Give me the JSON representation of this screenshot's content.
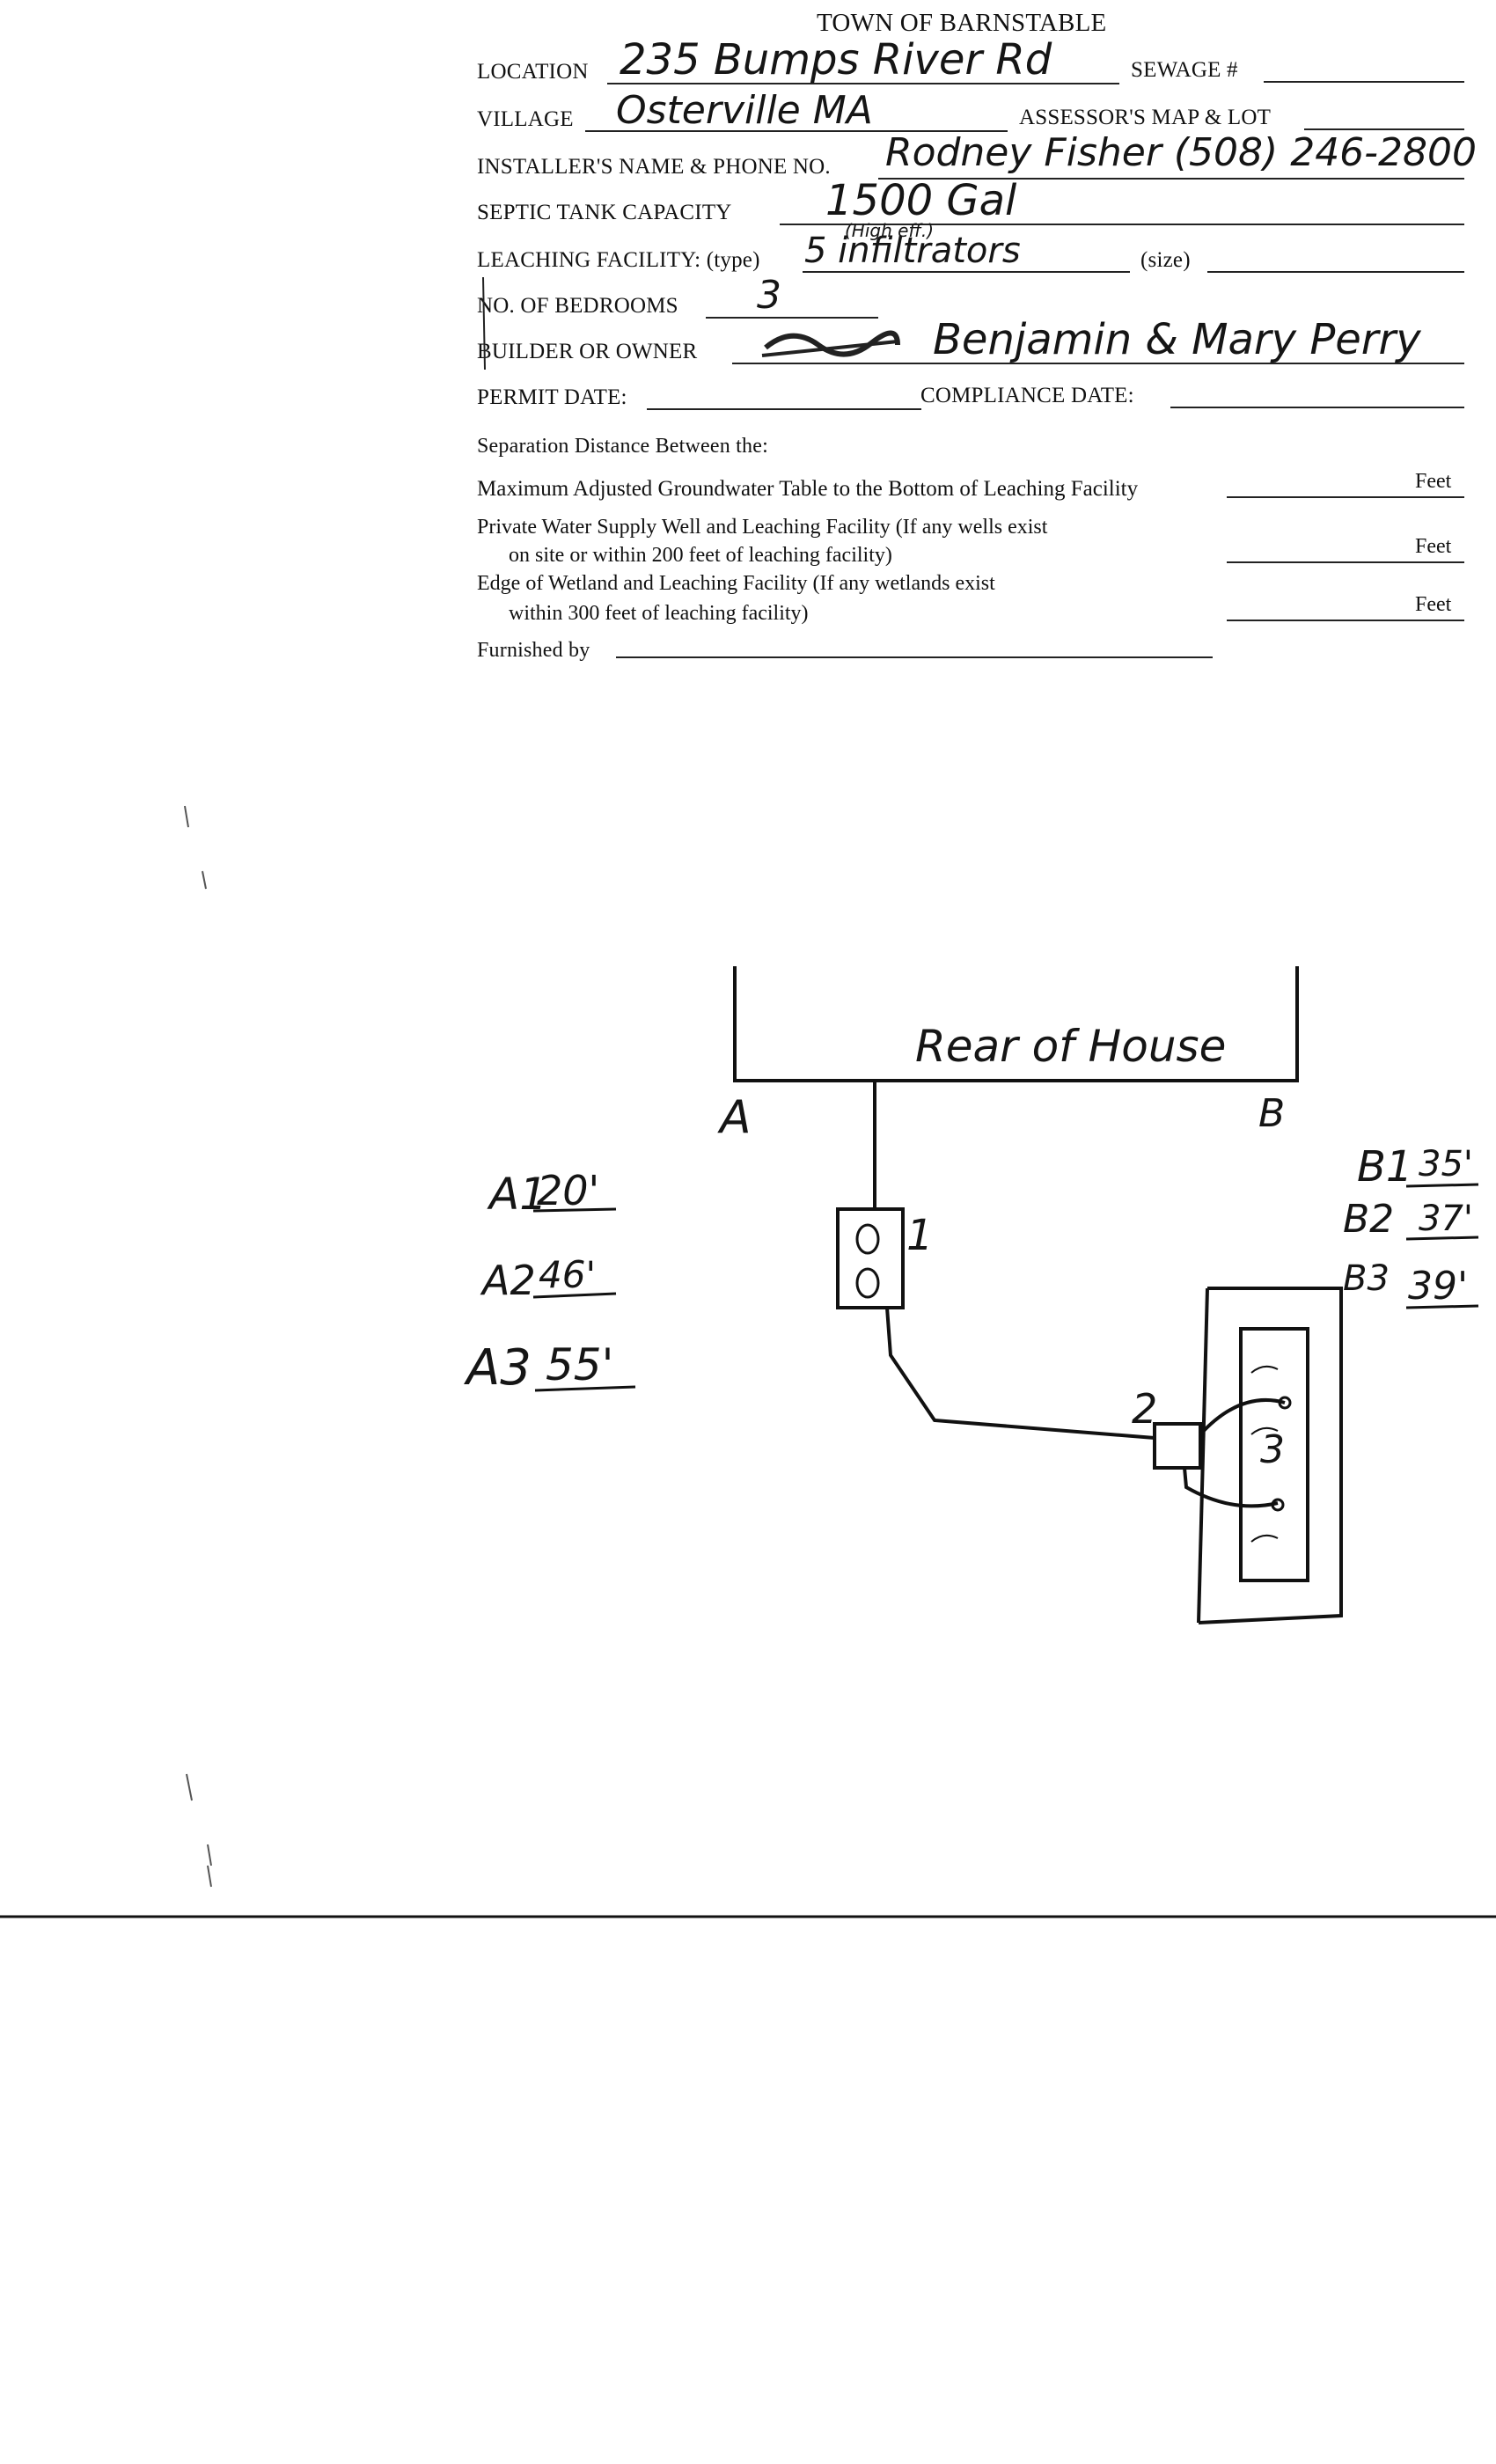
{
  "form": {
    "title": "TOWN OF BARNSTABLE",
    "location_label": "LOCATION",
    "location_value": "235 Bumps River Rd",
    "sewage_label": "SEWAGE #",
    "village_label": "VILLAGE",
    "village_value": "Osterville MA",
    "assessor_label": "ASSESSOR'S MAP & LOT",
    "installer_label": "INSTALLER'S NAME & PHONE NO.",
    "installer_value": "Rodney Fisher (508) 246-2800",
    "septic_label": "SEPTIC TANK CAPACITY",
    "septic_value": "1500 Gal",
    "septic_note": "(High eff.)",
    "leaching_label": "LEACHING FACILITY: (type)",
    "leaching_value": "5 infiltrators",
    "size_label": "(size)",
    "bedrooms_label": "NO. OF BEDROOMS",
    "bedrooms_value": "3",
    "builder_label": "BUILDER OR OWNER",
    "builder_value": "Benjamin & Mary Perry",
    "permit_label": "PERMIT DATE:",
    "compliance_label": "COMPLIANCE DATE:",
    "separation_heading": "Separation Distance Between the:",
    "sep1": "Maximum Adjusted Groundwater Table to the Bottom of Leaching Facility",
    "sep2_line1": "Private Water Supply Well and Leaching Facility  (If any wells exist",
    "sep2_line2": "on site or within 200 feet of leaching facility)",
    "sep3_line1": "Edge of Wetland and Leaching Facility (If any wetlands exist",
    "sep3_line2": "within 300 feet of leaching facility)",
    "feet_label": "Feet",
    "furnished_label": "Furnished by"
  },
  "sketch": {
    "house_label": "Rear of House",
    "corner_a": "A",
    "corner_b": "B",
    "a_measurements": [
      {
        "label": "A1",
        "value": "20'"
      },
      {
        "label": "A2",
        "value": "46'"
      },
      {
        "label": "A3",
        "value": "55'"
      }
    ],
    "b_measurements": [
      {
        "label": "B1",
        "value": "35'"
      },
      {
        "label": "B2",
        "value": "37'"
      },
      {
        "label": "B3",
        "value": "39'"
      }
    ],
    "tank_marker": "1",
    "dbox_marker": "2",
    "field_marker": "3"
  }
}
